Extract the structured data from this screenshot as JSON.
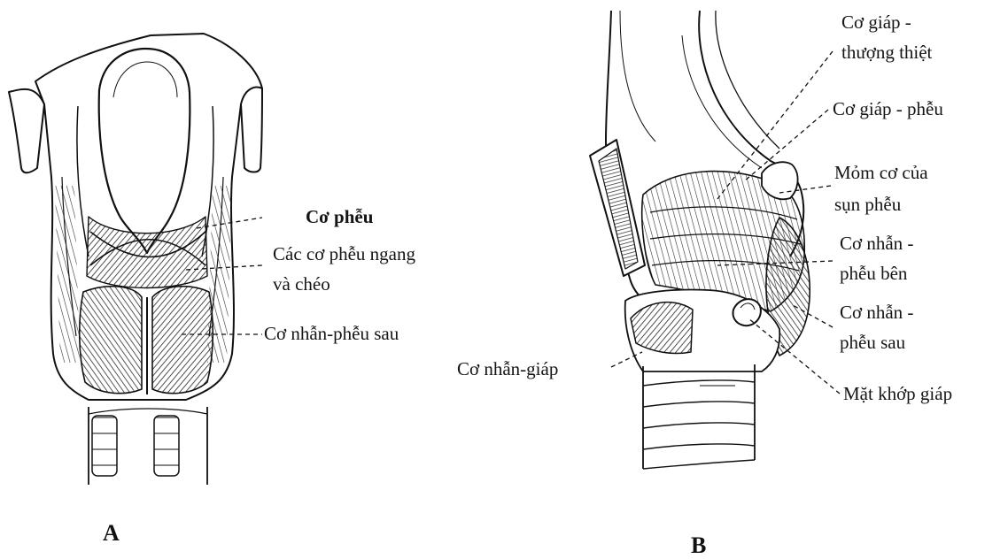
{
  "figure": {
    "panel_a": {
      "letter": "A",
      "labels": {
        "arytenoid_title": "Cơ phễu",
        "transverse_oblique_1": "Các cơ phễu ngang",
        "transverse_oblique_2": "và chéo",
        "posterior_cricoarytenoid": "Cơ nhẫn-phễu sau"
      }
    },
    "panel_b": {
      "letter": "B",
      "labels": {
        "thyroepiglottic_1": "Cơ giáp -",
        "thyroepiglottic_2": "thượng thiệt",
        "thyroarytenoid": "Cơ giáp - phễu",
        "muscular_process_1": "Mỏm cơ của",
        "muscular_process_2": "sụn phễu",
        "lateral_ca_1": "Cơ nhẫn -",
        "lateral_ca_2": "phễu bên",
        "posterior_ca_1": "Cơ nhẫn -",
        "posterior_ca_2": "phễu sau",
        "thyroid_facet": "Mặt khớp giáp",
        "cricothyroid": "Cơ nhẫn-giáp"
      }
    }
  }
}
